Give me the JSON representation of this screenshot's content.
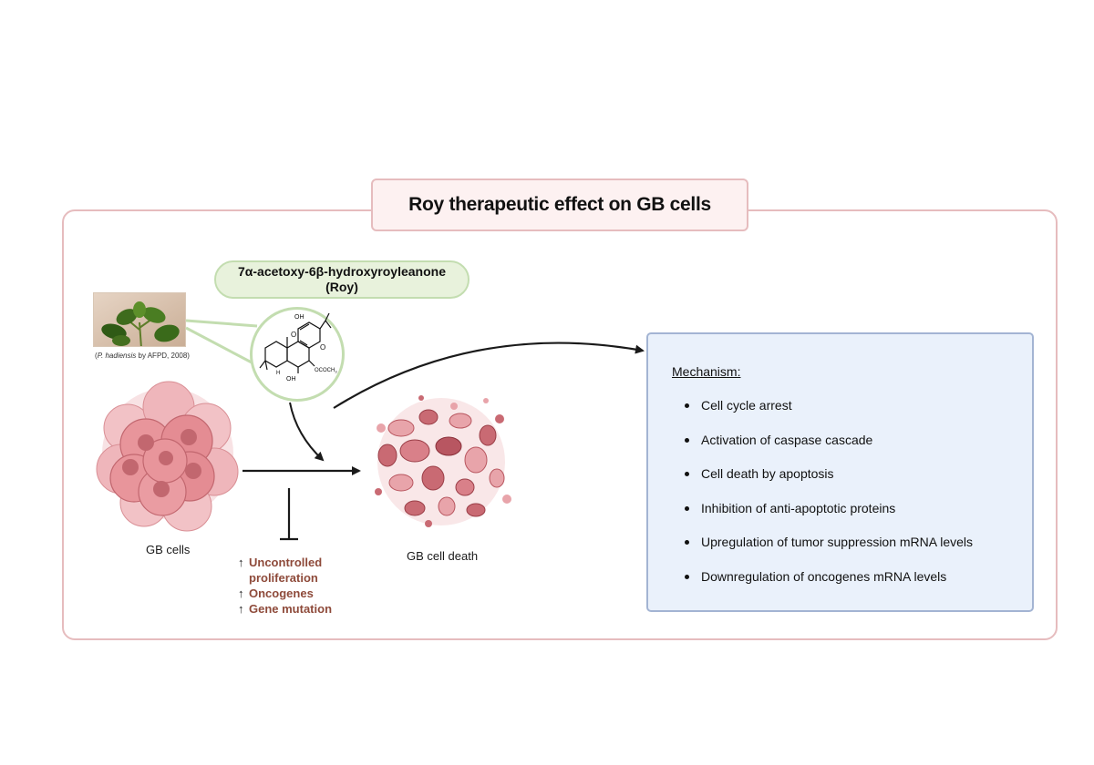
{
  "title": "Roy therapeutic effect on GB cells",
  "compound": {
    "name": "7α-acetoxy-6β-hydroxyroyleanone",
    "abbr": "(Roy)"
  },
  "photo": {
    "credit_species": "P. hadiensis",
    "credit_rest": " by AFPD, 2008)"
  },
  "molecule_labels": {
    "oh_top": "OH",
    "oh_bottom": "OH",
    "acetoxy": "OCOCH",
    "acetoxy_sub": "3",
    "h": "H"
  },
  "labels": {
    "gb_cells": "GB cells",
    "gb_cell_death": "GB cell death"
  },
  "effects": [
    {
      "arrow": "↑",
      "text": "Uncontrolled"
    },
    {
      "arrow": "",
      "text": "proliferation"
    },
    {
      "arrow": "↑",
      "text": "Oncogenes"
    },
    {
      "arrow": "↑",
      "text": "Gene mutation"
    }
  ],
  "mechanism": {
    "title": "Mechanism:",
    "items": [
      "Cell cycle arrest",
      "Activation of caspase cascade",
      "Cell death by apoptosis",
      "Inhibition of anti-apoptotic proteins",
      "Upregulation of tumor suppression mRNA levels",
      "Downregulation of oncogenes mRNA levels"
    ]
  },
  "colors": {
    "frame": "#e6bcbe",
    "title_fill": "#fdf1f1",
    "compound_fill": "#e8f2dc",
    "compound_border": "#c3ddb0",
    "mechanism_fill": "#eaf1fb",
    "mechanism_border": "#a3b4d3",
    "effects_text": "#8e4a3a",
    "cell_pink": "#e8959b",
    "cell_dark": "#c2676f"
  }
}
